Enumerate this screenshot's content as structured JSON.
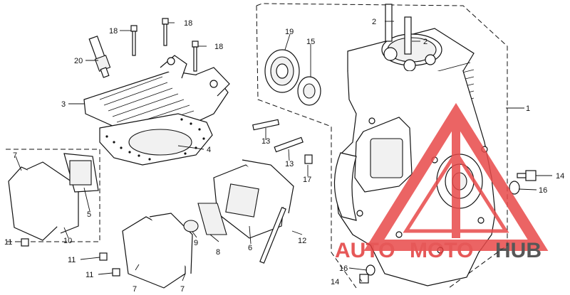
{
  "callouts": {
    "c1": "1",
    "c2a": "2",
    "c2b": "2",
    "c3": "3",
    "c4": "4",
    "c5": "5",
    "c6": "6",
    "c7a": "7",
    "c7b": "7",
    "c7c": "7",
    "c8": "8",
    "c9": "9",
    "c10": "10",
    "c11a": "11",
    "c11b": "11",
    "c11c": "11",
    "c12": "12",
    "c13a": "13",
    "c13b": "13",
    "c14a": "14",
    "c14b": "14",
    "c15": "15",
    "c16a": "16",
    "c16b": "16",
    "c17": "17",
    "c18a": "18",
    "c18b": "18",
    "c18c": "18",
    "c19": "19",
    "c20": "20"
  },
  "watermark": {
    "part1": "AUTO",
    "part2": "MOTO",
    "part3": "HUB",
    "color_main": "#e23b3b",
    "color_dark": "#3a3a3a",
    "color_tri": "#e84a4a"
  }
}
